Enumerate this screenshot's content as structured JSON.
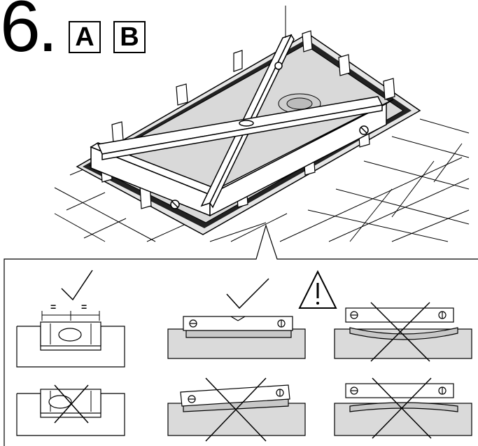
{
  "header": {
    "step_number": "6.",
    "variants": [
      "A",
      "B"
    ]
  },
  "detail_panel": {
    "level_bubble_marks": [
      "=",
      "="
    ],
    "warning_symbol": "!",
    "results": [
      {
        "row": 1,
        "col": 1,
        "status": "correct"
      },
      {
        "row": 1,
        "col": 2,
        "status": "correct"
      },
      {
        "row": 1,
        "col": 3,
        "status": "incorrect"
      },
      {
        "row": 2,
        "col": 1,
        "status": "incorrect"
      },
      {
        "row": 2,
        "col": 2,
        "status": "incorrect"
      },
      {
        "row": 2,
        "col": 3,
        "status": "incorrect"
      }
    ]
  },
  "icons": [
    "check-icon",
    "cross-icon",
    "warning-triangle-icon",
    "spirit-level-icon"
  ],
  "colors": {
    "line": "#000000",
    "tray_fill": "#dadada",
    "floor_fill": "#d6d6d6",
    "background": "#ffffff"
  }
}
